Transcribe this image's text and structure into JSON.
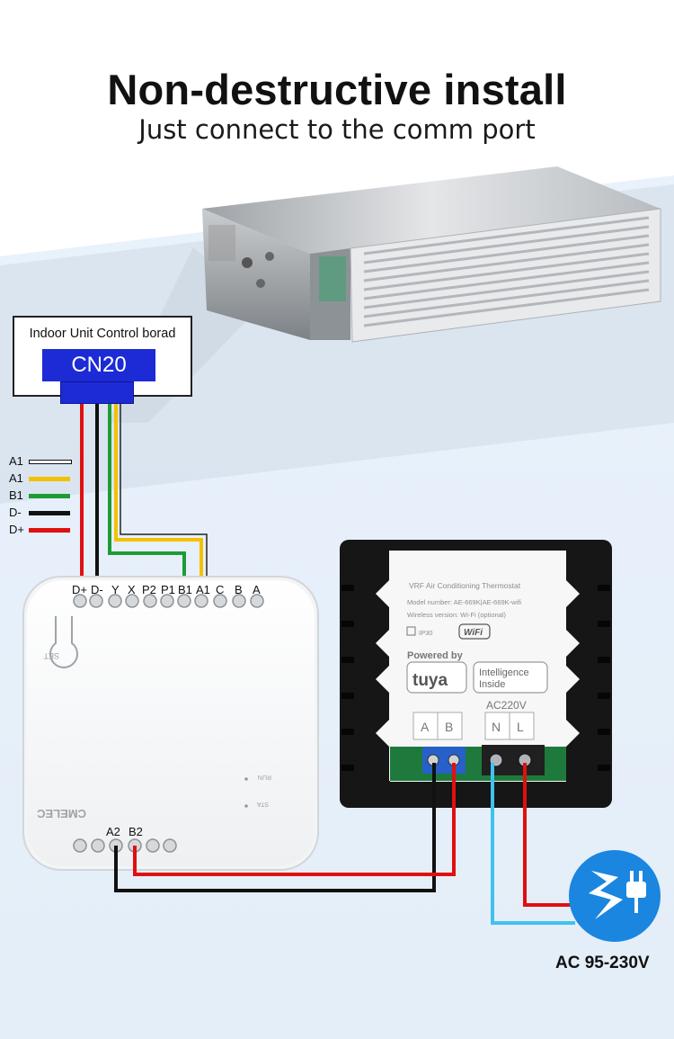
{
  "title": "Non-destructive install",
  "subtitle": "Just connect to the comm port",
  "control_board": {
    "label": "Indoor Unit Control borad",
    "port": "CN20"
  },
  "legend": [
    {
      "label": "A1",
      "color": "#ffffff"
    },
    {
      "label": "A1",
      "color": "#f2c200"
    },
    {
      "label": "B1",
      "color": "#1f9b35"
    },
    {
      "label": "D-",
      "color": "#111111"
    },
    {
      "label": "D+",
      "color": "#e01010"
    }
  ],
  "gateway": {
    "top_terminals": [
      "D+",
      "D-",
      "Y",
      "X",
      "P2",
      "P1",
      "B1",
      "A1",
      "C",
      "B",
      "A"
    ],
    "bottom_terminals": [
      "A2",
      "B2"
    ],
    "brand": "CMELEC",
    "indicators": [
      "RUN",
      "STA"
    ],
    "button": "SET"
  },
  "thermostat": {
    "product": "VRF Air Conditioning Thermostat",
    "model": "Model number: AE-669K|AE-669K-wifi",
    "wireless": "Wireless version: Wi-Fi (optional)",
    "ip_rating": "IP30",
    "wifi": "WiFi",
    "powered_by": "Powered by",
    "tuya": "tuya",
    "intelligence": [
      "Intelligence",
      "Inside"
    ],
    "terminals_comm": [
      "A",
      "B"
    ],
    "power_label": "AC220V",
    "terminals_power": [
      "N",
      "L"
    ]
  },
  "power_supply": "AC 95-230V",
  "colors": {
    "red": "#e01010",
    "black": "#111111",
    "green": "#1f9b35",
    "yellow": "#f2c200",
    "cyan": "#41c2ee",
    "plug_blue": "#1a86e0",
    "port_blue": "#1d2bd6"
  }
}
